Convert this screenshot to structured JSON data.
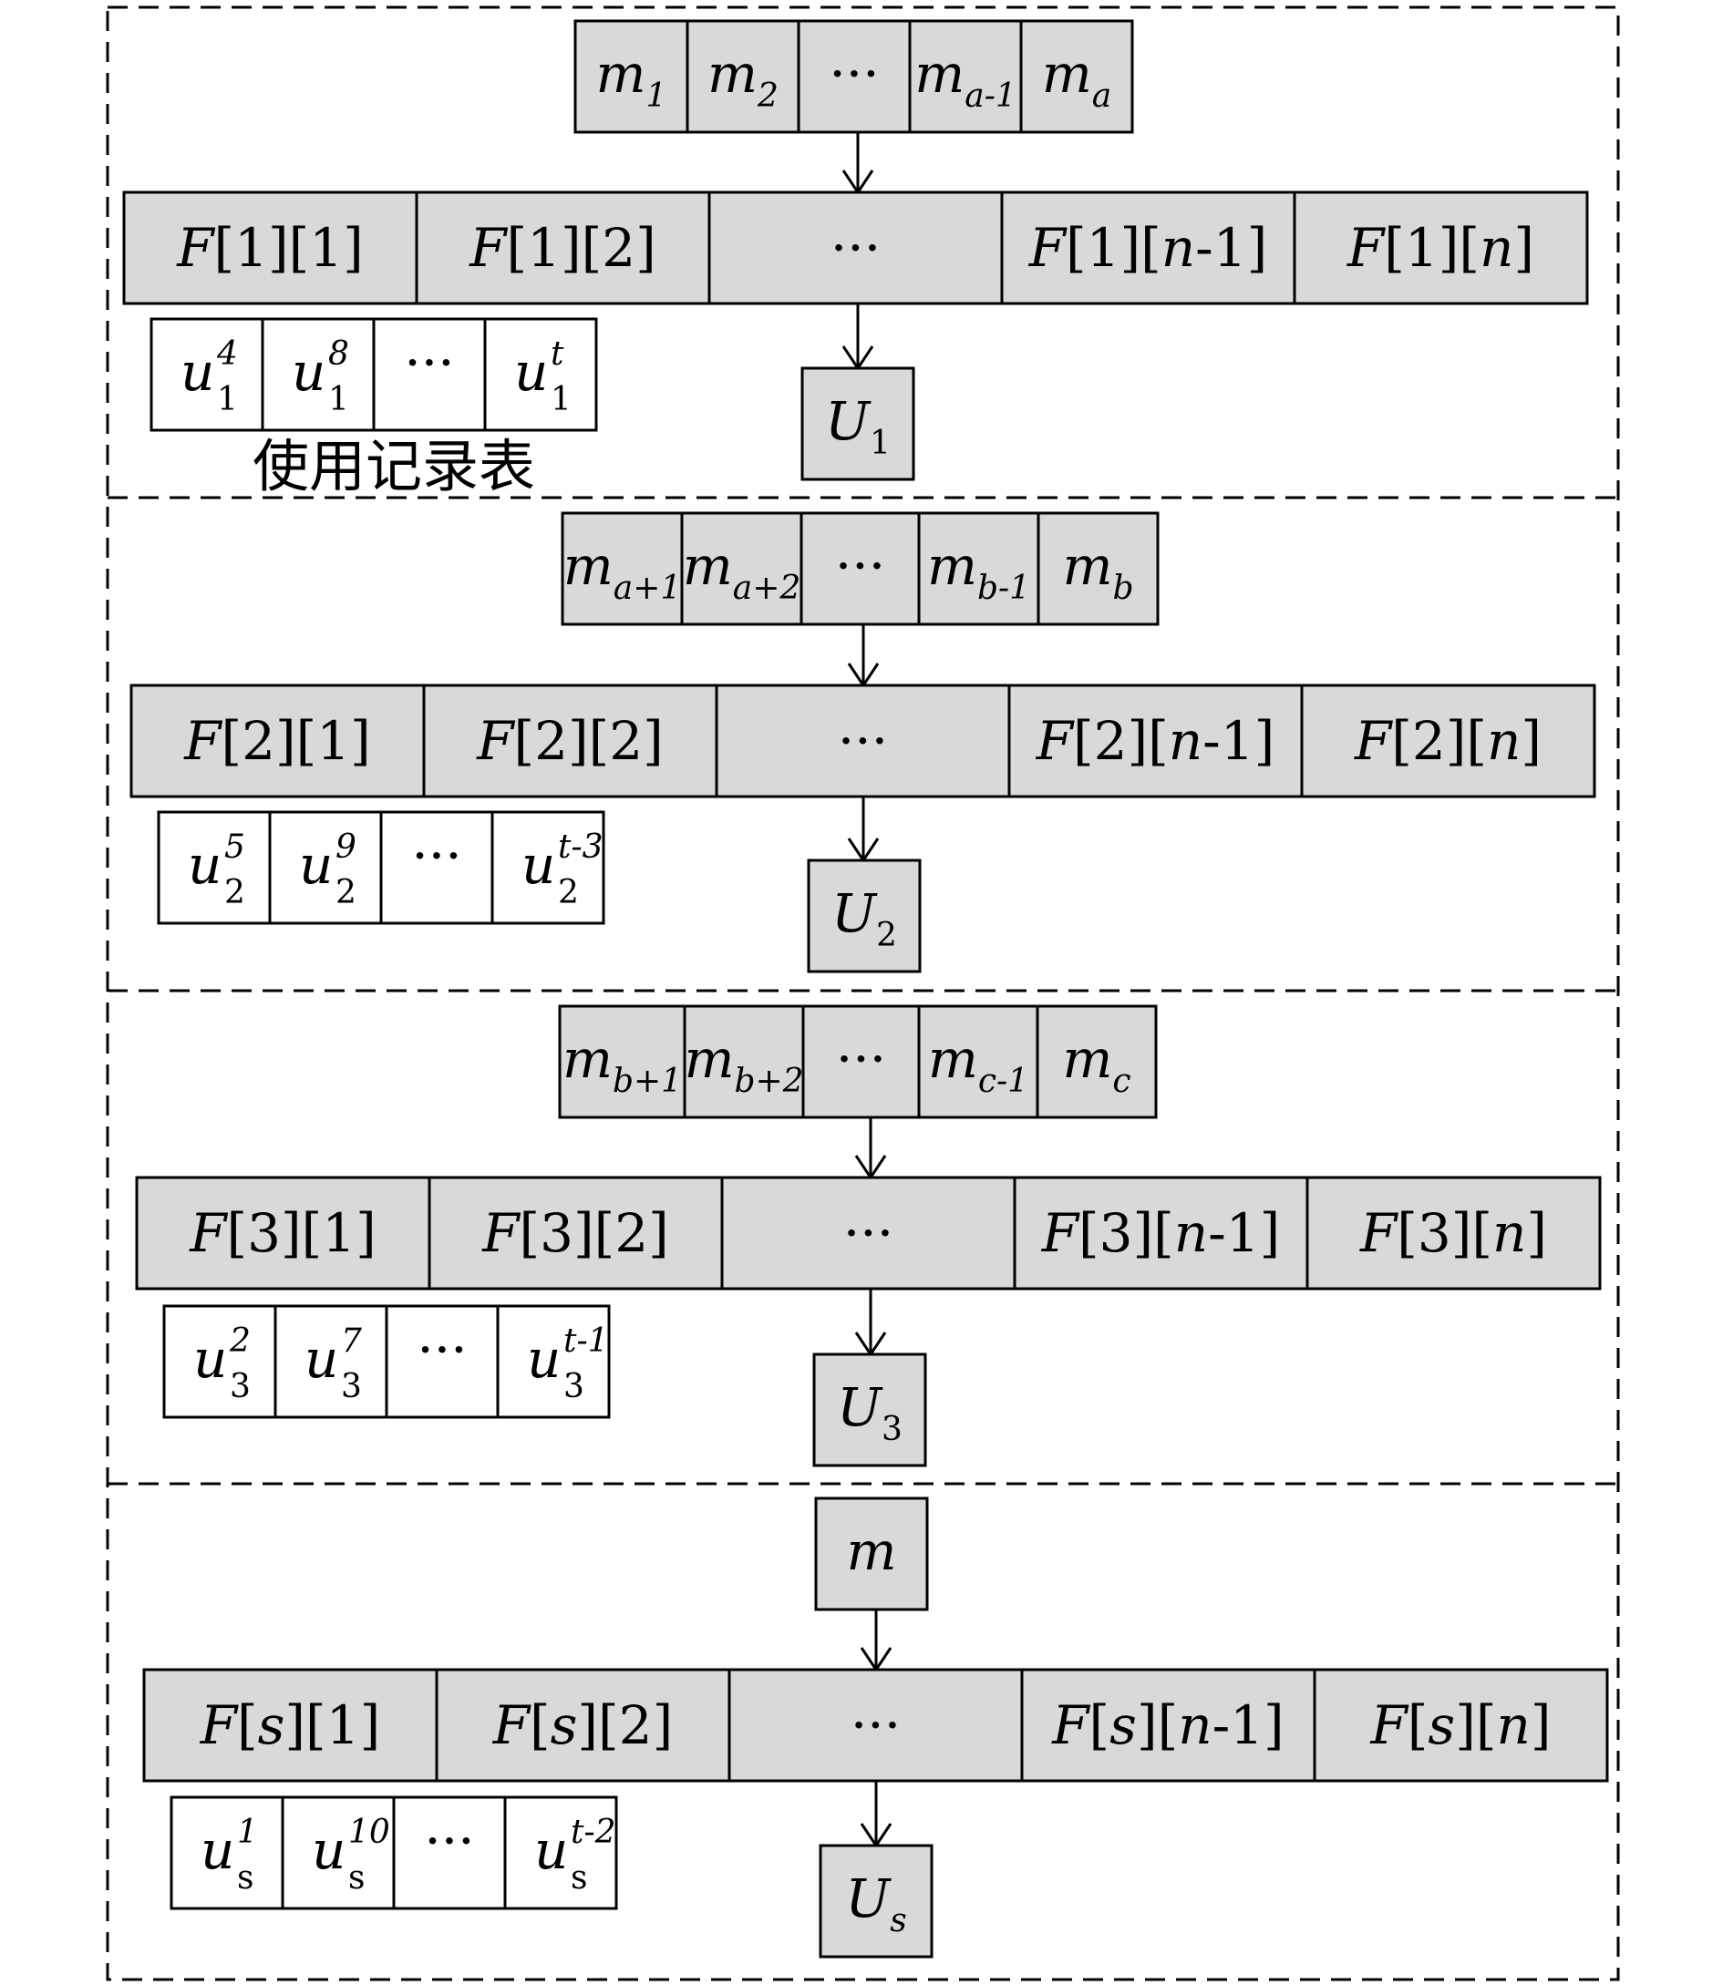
{
  "caption": "使用记录表",
  "sections": [
    {
      "m_cells": [
        {
          "b": "m",
          "s": "1"
        },
        {
          "b": "m",
          "s": "2"
        },
        {
          "b": "···",
          "s": ""
        },
        {
          "b": "m",
          "s": "a-1"
        },
        {
          "b": "m",
          "s": "a"
        }
      ],
      "f_cells": [
        "F[1][1]",
        "F[1][2]",
        "···",
        "F[1][n-1]",
        "F[1][n]"
      ],
      "u_cells": [
        {
          "b": "u",
          "sup": "4",
          "sub": "1"
        },
        {
          "b": "u",
          "sup": "8",
          "sub": "1"
        },
        {
          "b": "···",
          "sup": "",
          "sub": ""
        },
        {
          "b": "u",
          "sup": "t",
          "sub": "1"
        }
      ],
      "U": {
        "b": "U",
        "s": "1"
      }
    },
    {
      "m_cells": [
        {
          "b": "m",
          "s": "a+1"
        },
        {
          "b": "m",
          "s": "a+2"
        },
        {
          "b": "···",
          "s": ""
        },
        {
          "b": "m",
          "s": "b-1"
        },
        {
          "b": "m",
          "s": "b"
        }
      ],
      "f_cells": [
        "F[2][1]",
        "F[2][2]",
        "···",
        "F[2][n-1]",
        "F[2][n]"
      ],
      "u_cells": [
        {
          "b": "u",
          "sup": "5",
          "sub": "2"
        },
        {
          "b": "u",
          "sup": "9",
          "sub": "2"
        },
        {
          "b": "···",
          "sup": "",
          "sub": ""
        },
        {
          "b": "u",
          "sup": "t-3",
          "sub": "2"
        }
      ],
      "U": {
        "b": "U",
        "s": "2"
      }
    },
    {
      "m_cells": [
        {
          "b": "m",
          "s": "b+1"
        },
        {
          "b": "m",
          "s": "b+2"
        },
        {
          "b": "···",
          "s": ""
        },
        {
          "b": "m",
          "s": "c-1"
        },
        {
          "b": "m",
          "s": "c"
        }
      ],
      "f_cells": [
        "F[3][1]",
        "F[3][2]",
        "···",
        "F[3][n-1]",
        "F[3][n]"
      ],
      "u_cells": [
        {
          "b": "u",
          "sup": "2",
          "sub": "3"
        },
        {
          "b": "u",
          "sup": "7",
          "sub": "3"
        },
        {
          "b": "···",
          "sup": "",
          "sub": ""
        },
        {
          "b": "u",
          "sup": "t-1",
          "sub": "3"
        }
      ],
      "U": {
        "b": "U",
        "s": "3"
      }
    },
    {
      "m_cells": [
        {
          "b": "m",
          "s": ""
        }
      ],
      "f_cells": [
        "F[s][1]",
        "F[s][2]",
        "···",
        "F[s][n-1]",
        "F[s][n]"
      ],
      "u_cells": [
        {
          "b": "u",
          "sup": "1",
          "sub": "s"
        },
        {
          "b": "u",
          "sup": "10",
          "sub": "s"
        },
        {
          "b": "···",
          "sup": "",
          "sub": ""
        },
        {
          "b": "u",
          "sup": "t-2",
          "sub": "s"
        }
      ],
      "U": {
        "b": "U",
        "s": "s"
      }
    }
  ]
}
